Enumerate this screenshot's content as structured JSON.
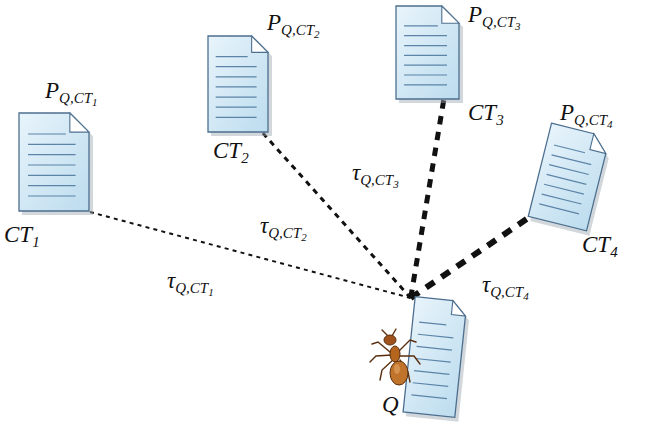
{
  "diagram": {
    "nodes": [
      {
        "text": [
          "PQ,CT1",
          "CT1"
        ]
      },
      {
        "text": [
          "PQ,CT2",
          "CT2"
        ]
      },
      {
        "text": [
          "PQ,CT3",
          "CT3"
        ]
      },
      {
        "text": [
          "PQ,CT4",
          "CT4"
        ]
      },
      {
        "text": [
          "Q"
        ]
      }
    ],
    "edges": [
      {
        "from": 4,
        "to": 0,
        "arrow": "none",
        "label": "τQ,CT1"
      },
      {
        "from": 4,
        "to": 1,
        "arrow": "none",
        "label": "τQ,CT2"
      },
      {
        "from": 4,
        "to": 2,
        "arrow": "none",
        "label": "τQ,CT3"
      },
      {
        "from": 4,
        "to": 3,
        "arrow": "none",
        "label": "τQ,CT4"
      }
    ]
  }
}
